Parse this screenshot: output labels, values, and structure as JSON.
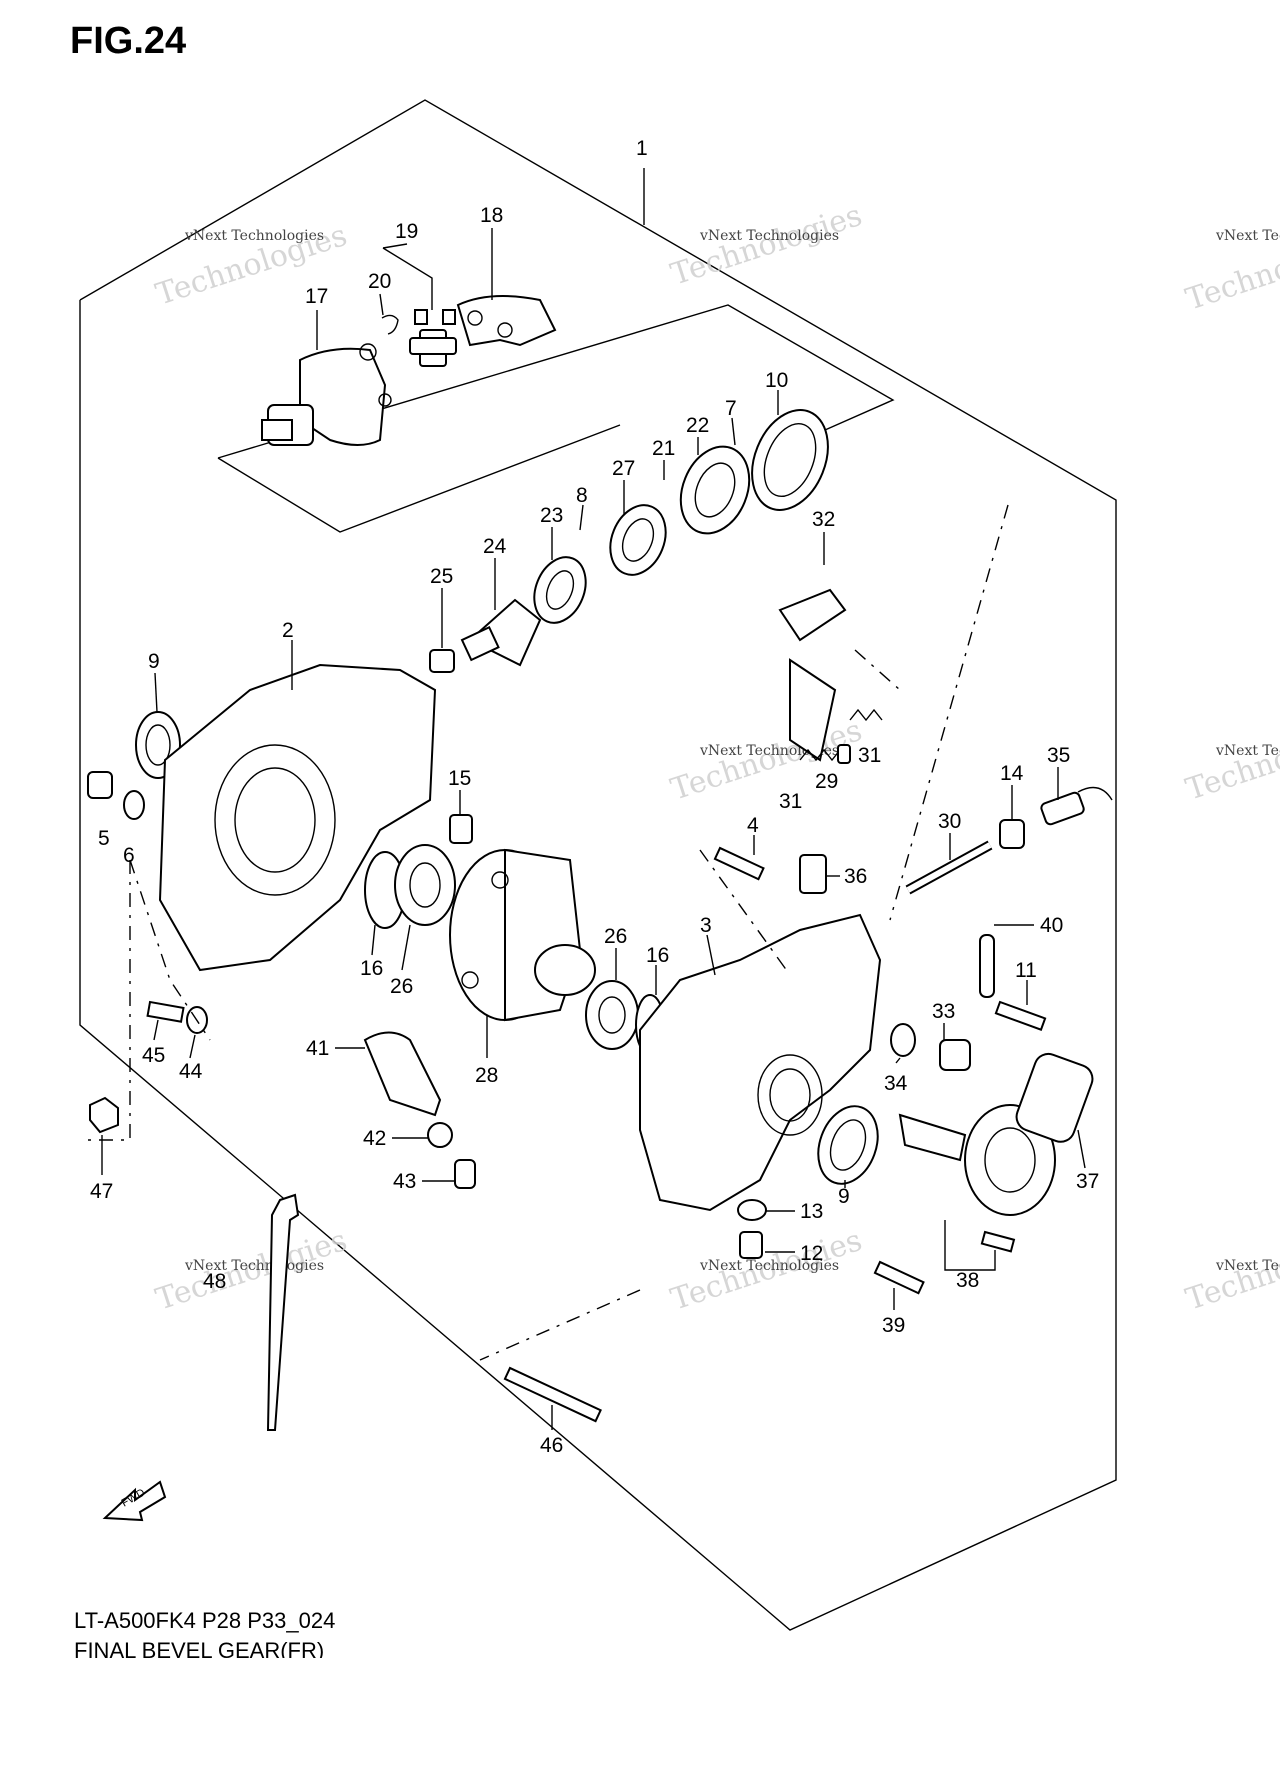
{
  "figure": {
    "title": "FIG.24",
    "model_code": "LT-A500FK4  P28  P33_024",
    "diagram_name": "FINAL BEVEL GEAR(FR)",
    "fwd_label": "FWD"
  },
  "watermark": {
    "line1": "vNext",
    "line2": "Technologies",
    "small": "vNext Technologies"
  },
  "callouts": [
    "1",
    "2",
    "3",
    "4",
    "5",
    "6",
    "7",
    "8",
    "9",
    "10",
    "11",
    "12",
    "13",
    "14",
    "15",
    "16",
    "17",
    "18",
    "19",
    "20",
    "21",
    "22",
    "23",
    "24",
    "25",
    "26",
    "27",
    "28",
    "29",
    "30",
    "31",
    "32",
    "33",
    "34",
    "35",
    "36",
    "37",
    "38",
    "39",
    "40",
    "41",
    "42",
    "43",
    "44",
    "45",
    "46",
    "47",
    "48"
  ]
}
